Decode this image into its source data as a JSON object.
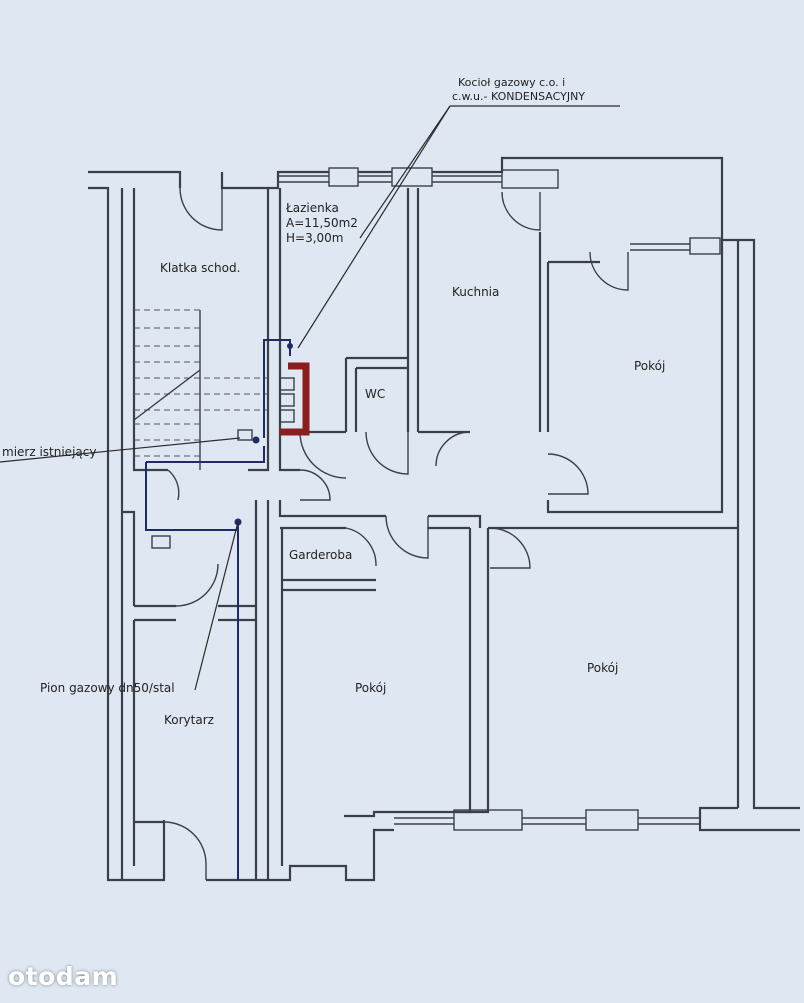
{
  "labels": {
    "boiler_line1": "Kocioł gazowy c.o. i",
    "boiler_line2": "c.w.u.- KONDENSACYJNY",
    "bathroom_name": "Łazienka",
    "bathroom_area": "A=11,50m2",
    "bathroom_height": "H=3,00m",
    "stairwell": "Klatka schod.",
    "kitchen": "Kuchnia",
    "room_top_right": "Pokój",
    "wc": "WC",
    "meter": "mierz istniejący",
    "wardrobe": "Garderoba",
    "gas_riser": "Pion gazowy dn50/stal",
    "corridor": "Korytarz",
    "room_bottom_middle": "Pokój",
    "room_bottom_right": "Pokój"
  },
  "watermark": "otodam",
  "colors": {
    "background": "#dfe8f2",
    "walls": "#3b3f4a",
    "gas_pipe": "#1f2a66",
    "boiler": "#8b1e1e"
  }
}
